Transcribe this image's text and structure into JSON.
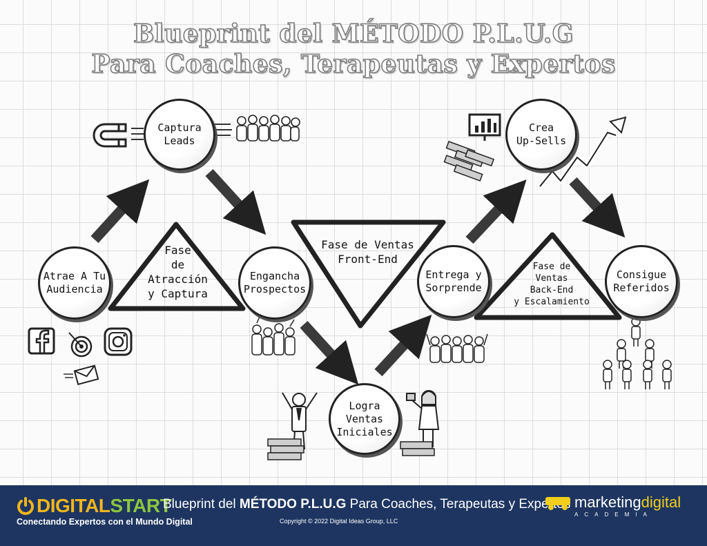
{
  "title": {
    "line1": "Blueprint del MÉTODO P.L.U.G",
    "line2": "Para Coaches, Terapeutas y Expertos"
  },
  "nodes": {
    "atrae": "Atrae A Tu\nAudiencia",
    "captura": "Captura\nLeads",
    "engancha": "Engancha\nProspectos",
    "logra": "Logra\nVentas\nIniciales",
    "entrega": "Entrega y\nSorprende",
    "crea": "Crea\nUp-Sells",
    "consigue": "Consigue\nReferidos"
  },
  "phases": {
    "atraccion": "Fase\nde\nAtracción\ny Captura",
    "front_end": "Fase de Ventas\nFront-End",
    "back_end": "Fase de\nVentas\nBack-End\ny Escalamiento"
  },
  "footer": {
    "brand_digital": "DIGITAL",
    "brand_start": "START",
    "brand_tagline": "Conectando Expertos con el Mundo Digital",
    "title_pre": "Blueprint del ",
    "title_bold": "MÉTODO P.L.U.G",
    "title_post": " Para Coaches, Terapeutas y Expertos",
    "copyright": "Copyright © 2022 Digital Ideas Group, LLC",
    "partner_marketing": "marketing",
    "partner_digital": "digital",
    "partner_sub": "ACADEMIA"
  },
  "colors": {
    "footer_bg": "#1d3560",
    "accent_yellow": "#f2b51c",
    "accent_green": "#8dc63f"
  },
  "icons": [
    "magnet-icon",
    "facebook-icon",
    "target-icon",
    "instagram-icon",
    "envelope-icon",
    "monitor-chart-icon",
    "money-stack-icon",
    "growth-arrow-icon",
    "crowd-icon",
    "person-icon"
  ]
}
